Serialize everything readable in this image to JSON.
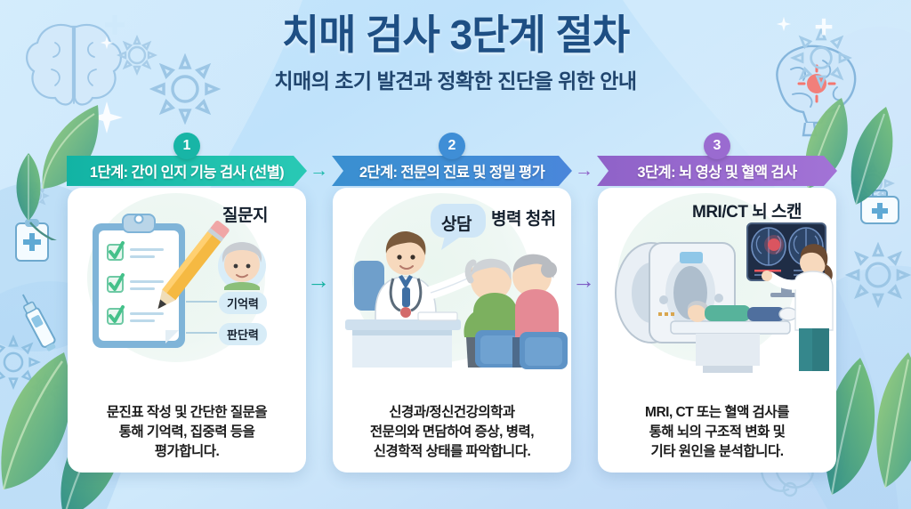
{
  "header": {
    "title": "치매 검사 3단계 절차",
    "subtitle": "치매의 초기 발견과 정확한 진단을 위한 안내",
    "title_color": "#1e4f84",
    "subtitle_color": "#20456e"
  },
  "flow": {
    "arrow_glyph": "→",
    "banner_arrow_1_color": "#1cb9aa",
    "banner_arrow_2_color": "#8f62c8",
    "mid_arrow_1_color": "#16b2a2",
    "mid_arrow_2_color": "#7d5cc4"
  },
  "steps": [
    {
      "number": "1",
      "banner": "1단계: 간이 인지 기능 검사 (선별)",
      "color": "#18b5a6",
      "art_name": "clipboard-checklist-illustration",
      "art_labels": [
        "질문지",
        "기억력",
        "판단력"
      ],
      "caption": "문진표 작성 및 간단한 질문을\n통해 기억력, 집중력 등을\n평가합니다."
    },
    {
      "number": "2",
      "banner": "2단계: 전문의 진료 및 정밀 평가",
      "color": "#3f8ed6",
      "art_name": "doctor-consultation-illustration",
      "art_labels": [
        "상담",
        "병력 청취"
      ],
      "caption": "신경과/정신건강의학과\n전문의와 면담하여 증상, 병력,\n신경학적 상태를 파악합니다."
    },
    {
      "number": "3",
      "banner": "3단계: 뇌 영상 및 혈액 검사",
      "color": "#9a6bd0",
      "art_name": "mri-ct-brain-scan-illustration",
      "art_labels": [
        "MRI/CT  뇌 스캔"
      ],
      "caption": "MRI, CT 또는 혈액 검사를\n통해 뇌의 구조적 변화 및\n기타 원인을 분석합니다."
    }
  ],
  "background": {
    "decorations": [
      "brain-outline-icon",
      "brain-side-icon",
      "gear-icon",
      "leaf-icon",
      "sparkle-icon",
      "plus-cross-icon",
      "syringe-icon",
      "clipboard-cross-icon",
      "medical-kit-icon",
      "stethoscope-icon"
    ],
    "base_color": "#c6e6fb",
    "accent_teal": "#18b5a6",
    "accent_blue": "#3f8ed6",
    "accent_purple": "#9a6bd0"
  }
}
